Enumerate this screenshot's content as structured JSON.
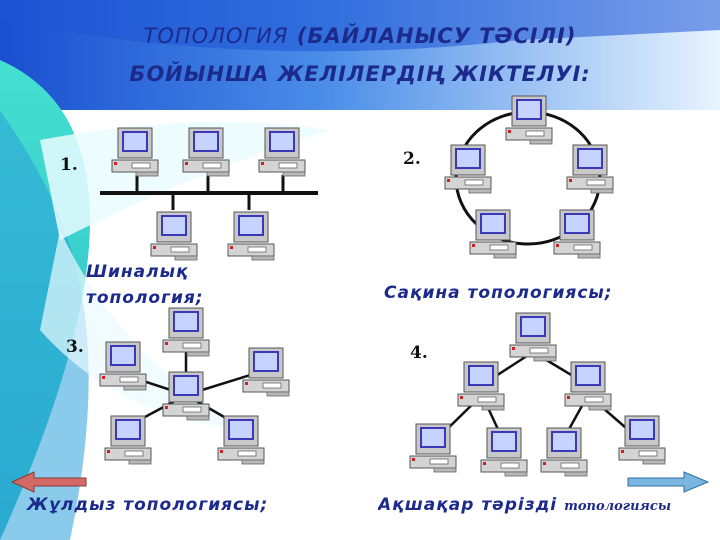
{
  "title": {
    "line1_a": "ТОПОЛОГИЯ",
    "line1_b": "(БАЙЛАНЫСУ ТӘСІЛІ)",
    "line2": "БОЙЫНША ЖЕЛІЛЕРДІҢ ЖІКТЕЛУІ:"
  },
  "numbers": {
    "n1": "1.",
    "n2": "2.",
    "n3": "3.",
    "n4": "4."
  },
  "captions": {
    "bus_line1": "Шиналық",
    "bus_line2": "топология;",
    "ring": "Сақина топологиясы;",
    "star": "Жұлдыз топологиясы;",
    "tree_a": "Ақшақар тәрізді",
    "tree_b": "топологиясы"
  },
  "colors": {
    "title": "#1c2a8c",
    "background_teal": "#3dd6c3",
    "background_blue": "#1f5fd6",
    "wire": "#111111",
    "arrow_left": "#c05a55",
    "arrow_right": "#2f7fc0"
  },
  "icons": [
    "computer-icon",
    "left-arrow-icon",
    "right-arrow-icon"
  ]
}
